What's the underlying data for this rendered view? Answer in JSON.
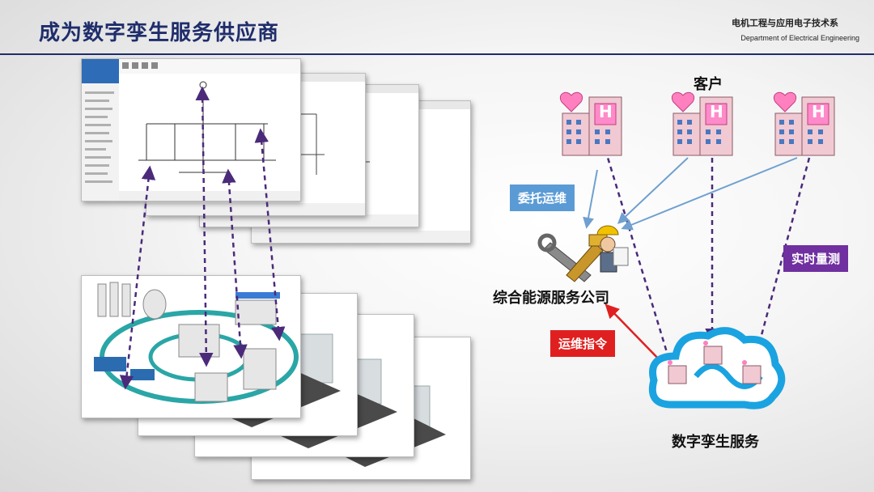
{
  "slide": {
    "title": "成为数字孪生服务供应商",
    "dept_cn": "电机工程与应用电子技术系",
    "dept_en": "Department of Electrical Engineering"
  },
  "diagram": {
    "customers_label": "客户",
    "company_label": "综合能源服务公司",
    "twin_label": "数字孪生服务",
    "delegate_label": "委托运维",
    "measure_label": "实时量测",
    "command_label": "运维指令",
    "building_letter": "H"
  },
  "colors": {
    "title": "#1f2d6b",
    "delegate_bg": "#5b9bd5",
    "measure_bg": "#7030a0",
    "command_bg": "#e02020",
    "dash_arrow": "#4b2a7a",
    "blue_arrow": "#6fa0d0",
    "cloud": "#1aa3e0"
  }
}
